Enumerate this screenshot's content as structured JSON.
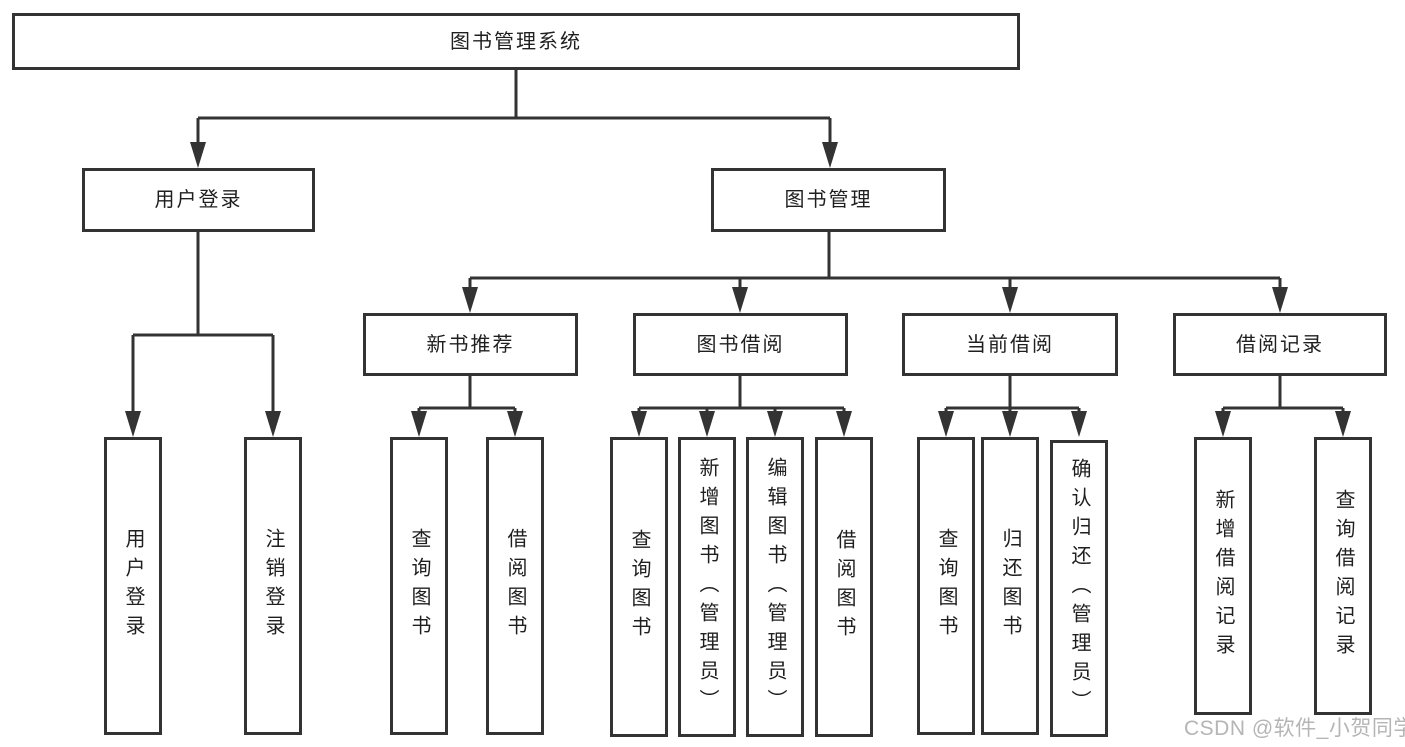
{
  "tree": {
    "label": "图书管理系统",
    "children": [
      {
        "label": "用户登录",
        "children": [
          {
            "label": "用户登录"
          },
          {
            "label": "注销登录"
          }
        ]
      },
      {
        "label": "图书管理",
        "children": [
          {
            "label": "新书推荐",
            "children": [
              {
                "label": "查询图书"
              },
              {
                "label": "借阅图书"
              }
            ]
          },
          {
            "label": "图书借阅",
            "children": [
              {
                "label": "查询图书"
              },
              {
                "label": "新增图书（管理员）"
              },
              {
                "label": "编辑图书（管理员）"
              },
              {
                "label": "借阅图书"
              }
            ]
          },
          {
            "label": "当前借阅",
            "children": [
              {
                "label": "查询图书"
              },
              {
                "label": "归还图书"
              },
              {
                "label": "确认归还（管理员）"
              }
            ]
          },
          {
            "label": "借阅记录",
            "children": [
              {
                "label": "新增借阅记录"
              },
              {
                "label": "查询借阅记录"
              }
            ]
          }
        ]
      }
    ]
  },
  "watermark": "CSDN @软件_小贺同学",
  "colors": {
    "line": "#333333",
    "text": "#1f1f1f",
    "watermark": "#b5b5b5",
    "background": "#ffffff"
  }
}
